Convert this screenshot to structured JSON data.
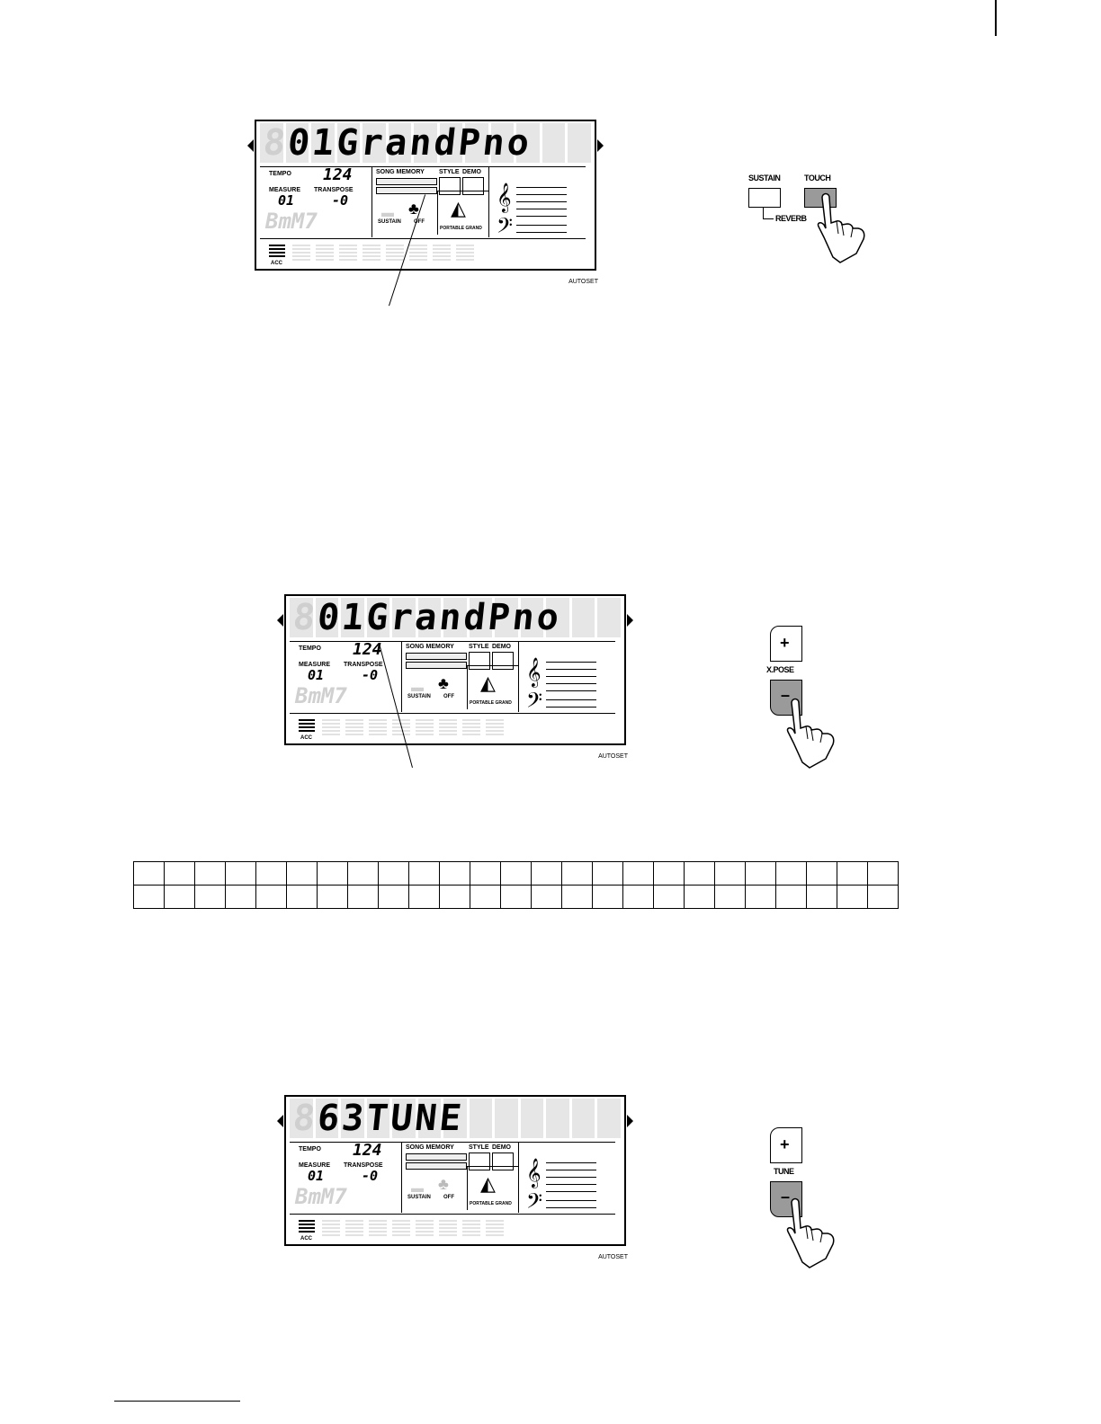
{
  "top_right_mark": "",
  "displays": [
    {
      "id": "display-1",
      "number": "01",
      "name": "GrandPno",
      "tempo_label": "TEMPO",
      "tempo": "124",
      "measure_label": "MEASURE",
      "measure": "01",
      "transpose_label": "TRANSPOSE",
      "transpose": "0",
      "song_memory_label": "SONG MEMORY",
      "style_label": "STYLE",
      "demo_label": "DEMO",
      "sustain_label": "SUSTAIN",
      "off_label": "OFF",
      "portable_label": "PORTABLE GRAND",
      "acc_label": "ACC",
      "autoset_label": "AUTOSET"
    },
    {
      "id": "display-2",
      "number": "01",
      "name": "GrandPno",
      "tempo_label": "TEMPO",
      "tempo": "124",
      "measure_label": "MEASURE",
      "measure": "01",
      "transpose_label": "TRANSPOSE",
      "transpose": "0",
      "song_memory_label": "SONG MEMORY",
      "style_label": "STYLE",
      "demo_label": "DEMO",
      "sustain_label": "SUSTAIN",
      "off_label": "OFF",
      "portable_label": "PORTABLE GRAND",
      "acc_label": "ACC",
      "autoset_label": "AUTOSET"
    },
    {
      "id": "display-3",
      "number": "63",
      "name": "TUNE",
      "tempo_label": "TEMPO",
      "tempo": "124",
      "measure_label": "MEASURE",
      "measure": "01",
      "transpose_label": "TRANSPOSE",
      "transpose": "0",
      "song_memory_label": "SONG MEMORY",
      "style_label": "STYLE",
      "demo_label": "DEMO",
      "sustain_label": "SUSTAIN",
      "off_label": "OFF",
      "portable_label": "PORTABLE GRAND",
      "acc_label": "ACC",
      "autoset_label": "AUTOSET"
    }
  ],
  "panel_1": {
    "sustain_label": "SUSTAIN",
    "touch_label": "TOUCH",
    "reverb_label": "REVERB"
  },
  "panel_2": {
    "plus": "+",
    "minus": "–",
    "label": "X.POSE"
  },
  "panel_3": {
    "plus": "+",
    "minus": "–",
    "label": "TUNE"
  },
  "table": {
    "rows": 2,
    "cols": 25
  }
}
